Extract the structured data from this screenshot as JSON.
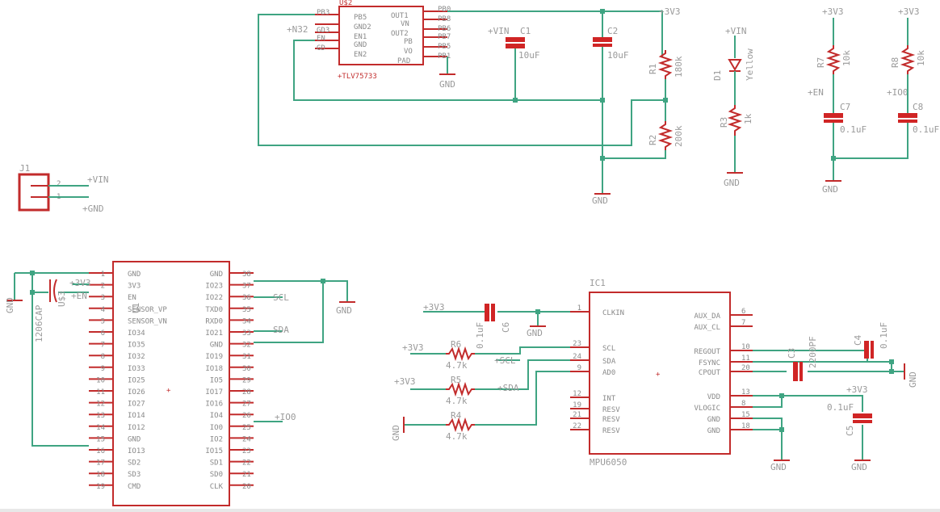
{
  "labels": {
    "u_top_name": "U$2",
    "u_top_value": "+TLV75733",
    "u_top_pins_left": [
      "PB5",
      "GND2",
      "EN1",
      "GND",
      "EN2"
    ],
    "u_top_pins_right": [
      "OUT1",
      "VN",
      "OUT2",
      "PB",
      "VO",
      "PAD"
    ],
    "u_top_pinnums_left": [
      "PB3",
      "GD3",
      "EN",
      "GD"
    ],
    "u_top_pinnums_right": [
      "PB0",
      "PB8",
      "PB6",
      "PB7",
      "PB5",
      "PB1"
    ],
    "n32_net": "+N32",
    "vin_c1": "+VIN",
    "c1_name": "C1",
    "c1_value": "10uF",
    "c2_name": "C2",
    "c2_value": "10uF",
    "gnd_top": "GND",
    "v3_top": "+3V3",
    "r1_name": "R1",
    "r1_value": "180k",
    "r2_name": "R2",
    "r2_value": "200k",
    "gnd_r2": "GND",
    "vin_led": "+VIN",
    "d1_name": "D1",
    "d1_value": "Yellow",
    "r3_name": "R3",
    "r3_value": "1k",
    "gnd_led": "GND",
    "v3_r7": "+3V3",
    "r7_name": "R7",
    "r7_value": "10k",
    "en_net": "+EN",
    "c7_name": "C7",
    "c7_value": "0.1uF",
    "gnd_c7": "GND",
    "v3_r8": "+3V3",
    "r8_name": "R8",
    "r8_value": "10k",
    "io0_net": "+IO0",
    "c8_name": "C8",
    "c8_value": "0.1uF",
    "j1_name": "J1",
    "j1_vin": "+VIN",
    "j1_gnd": "+GND",
    "j1_pin2": "2",
    "j1_pin1": "1",
    "u1_name": "U1",
    "u1_left_pins": [
      "GND",
      "3V3",
      "EN",
      "SENSOR_VP",
      "SENSOR_VN",
      "IO34",
      "IO35",
      "IO32",
      "IO33",
      "IO25",
      "IO26",
      "IO27",
      "IO14",
      "IO12",
      "GND",
      "IO13",
      "SD2",
      "SD3",
      "CMD"
    ],
    "u1_right_pins": [
      "GND",
      "IO23",
      "IO22",
      "TXD0",
      "RXD0",
      "IO21",
      "GND",
      "IO19",
      "IO18",
      "IO5",
      "IO17",
      "IO16",
      "IO4",
      "IO0",
      "IO2",
      "IO15",
      "SD1",
      "SD0",
      "CLK"
    ],
    "u1_left_nums": [
      "1",
      "2",
      "3",
      "4",
      "5",
      "6",
      "7",
      "8",
      "9",
      "10",
      "11",
      "12",
      "13",
      "14",
      "15",
      "16",
      "17",
      "18",
      "19"
    ],
    "u1_right_nums": [
      "38",
      "37",
      "36",
      "35",
      "34",
      "33",
      "32",
      "31",
      "30",
      "29",
      "28",
      "27",
      "26",
      "25",
      "24",
      "23",
      "22",
      "21",
      "20"
    ],
    "u1_gnd_left": "GND",
    "u1_3v3": "+3V3",
    "u1_en": "+EN",
    "u1_cap": "1206CAP",
    "u1_cap_name": "U$3",
    "scl_u1": "SCL",
    "sda_u1": "SDA",
    "gnd_u1r": "GND",
    "io0_u1": "+IO0",
    "ic1_name": "IC1",
    "ic1_value": "MPU6050",
    "ic1_left_pins": [
      "CLKIN",
      "SCL",
      "SDA",
      "AD0",
      "INT",
      "RESV",
      "RESV",
      "RESV"
    ],
    "ic1_right_pins": [
      "AUX_DA",
      "AUX_CL",
      "REGOUT",
      "FSYNC",
      "CPOUT",
      "VDD",
      "VLOGIC",
      "GND",
      "GND"
    ],
    "ic1_left_nums": [
      "1",
      "23",
      "24",
      "9",
      "12",
      "19",
      "21",
      "22"
    ],
    "ic1_right_nums": [
      "6",
      "7",
      "10",
      "11",
      "20",
      "13",
      "8",
      "15",
      "18"
    ],
    "ic1_3v3_clk": "+3V3",
    "c6_name": "C6",
    "c6_value": "0.1uF",
    "gnd_c6": "GND",
    "r6_3v3": "+3V3",
    "r6_name": "R6",
    "r6_value": "4.7k",
    "r5_3v3": "+3V3",
    "r5_name": "R5",
    "r5_value": "4.7k",
    "r4_gnd": "GND",
    "r4_name": "R4",
    "r4_value": "4.7k",
    "scl_ic": "+SCL",
    "sda_ic": "+SDA",
    "c4_name": "C4",
    "c4_value": "0.1uF",
    "c3_name": "C3",
    "c3_value": "2200PF",
    "gnd_ic_right": "GND",
    "v3_vdd": "+3V3",
    "c5_name": "C5",
    "c5_value": "0.1uF",
    "gnd_vdd": "GND",
    "gnd_c5": "GND"
  }
}
